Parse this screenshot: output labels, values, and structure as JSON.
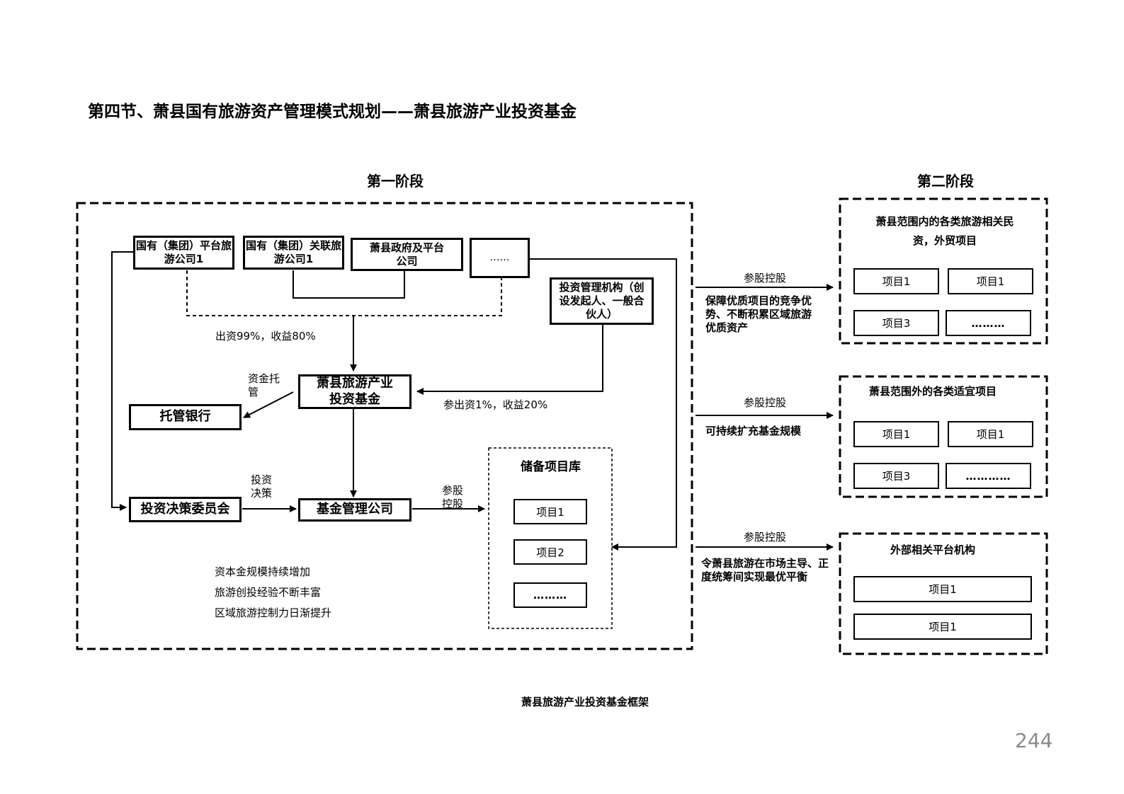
{
  "title": "第四节、萧县国有旅游资产管理模式规划——萧县旅游产业投资基金",
  "stage1": {
    "heading": "第一阶段",
    "sources": [
      "国有（集团）平台旅游公司1",
      "国有（集团）关联旅游公司1",
      "萧县政府及平台公司",
      "……"
    ],
    "investment_manager": "投资管理机构（创设发起人、一般合伙人）",
    "fund": "萧县旅游产业投资基金",
    "custodian_bank": "托管银行",
    "committee": "投资决策委员会",
    "fund_manager": "基金管理公司",
    "reserve_pool": {
      "title": "储备项目库",
      "items": [
        "项目1",
        "项目2",
        "………"
      ]
    },
    "labels": {
      "capital_lp": "出资99%，收益80%",
      "capital_gp": "参出资1%，收益20%",
      "custody": "资金托管",
      "invest_decision": "投资决策",
      "equity": "参股控股"
    },
    "notes": [
      "资本金规模持续增加",
      "旅游创投经验不断丰富",
      "区域旅游控制力日渐提升"
    ]
  },
  "stage2": {
    "heading": "第二阶段",
    "groups": [
      {
        "arrow_label": "参股控股",
        "description": "保障优质项目的竞争优势、不断积累区域旅游优质资产",
        "title": "萧县范围内的各类旅游相关民资，外贸项目",
        "items": [
          "项目1",
          "项目1",
          "项目3",
          "………"
        ]
      },
      {
        "arrow_label": "参股控股",
        "description": "可持续扩充基金规模",
        "title": "萧县范围外的各类适宜项目",
        "items": [
          "项目1",
          "项目1",
          "项目3",
          "…………"
        ]
      },
      {
        "arrow_label": "参股控股",
        "description": "令萧县旅游在市场主导、正度统筹间实现最优平衡",
        "title": "外部相关平台机构",
        "items": [
          "项目1",
          "项目1"
        ]
      }
    ]
  },
  "caption": "萧县旅游产业投资基金框架",
  "page_number": "244"
}
